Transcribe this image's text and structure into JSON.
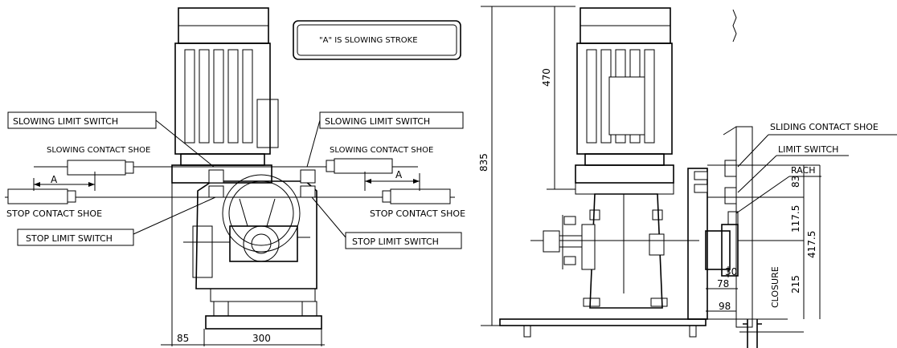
{
  "left_view": {
    "note": "\"A\" IS SLOWING STROKE",
    "labels": {
      "slowing_limit_switch_left": "SLOWING LIMIT SWITCH",
      "slowing_limit_switch_right": "SLOWING LIMIT SWITCH",
      "slowing_contact_shoe_left": "SLOWING CONTACT SHOE",
      "slowing_contact_shoe_right": "SLOWING CONTACT SHOE",
      "stop_contact_shoe_left": "STOP CONTACT SHOE",
      "stop_contact_shoe_right": "STOP CONTACT SHOE",
      "stop_limit_switch_left": "STOP LIMIT SWITCH",
      "stop_limit_switch_right": "STOP LIMIT SWITCH",
      "a_left": "A",
      "a_right": "A"
    },
    "dimensions": {
      "d85": "85",
      "d300": "300"
    }
  },
  "right_view": {
    "labels": {
      "sliding_contact_shoe": "SLIDING CONTACT SHOE",
      "limit_switch": "LIMIT SWITCH",
      "rach": "RACH",
      "closure": "CLOSURE"
    },
    "dimensions": {
      "d835": "835",
      "d470": "470",
      "d83": "83",
      "d117_5": "117.5",
      "d417_5": "417.5",
      "d215": "215",
      "d30": "30",
      "d78": "78",
      "d98": "98"
    }
  }
}
